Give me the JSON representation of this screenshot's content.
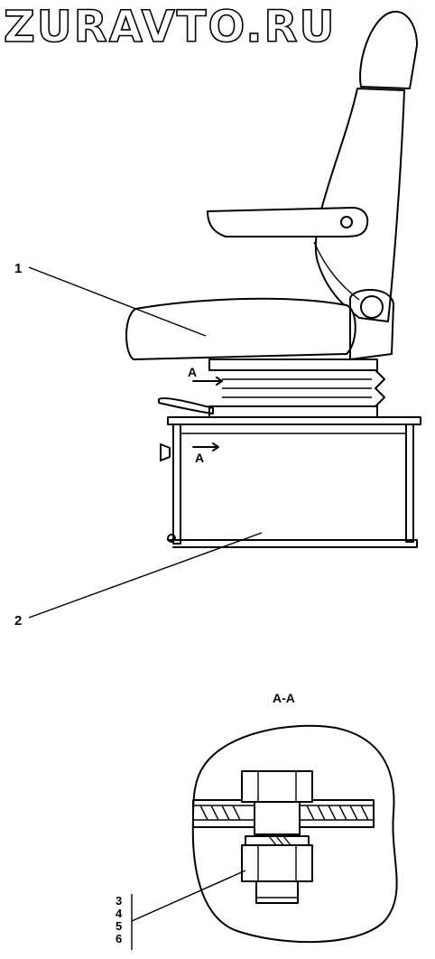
{
  "watermark": "ZURAVTO.RU",
  "section_title": "A-A",
  "section_marker_top": "A",
  "section_marker_bottom": "A",
  "callouts": {
    "seat": "1",
    "base": "2",
    "fastener_parts": [
      "3",
      "4",
      "5",
      "6"
    ]
  }
}
